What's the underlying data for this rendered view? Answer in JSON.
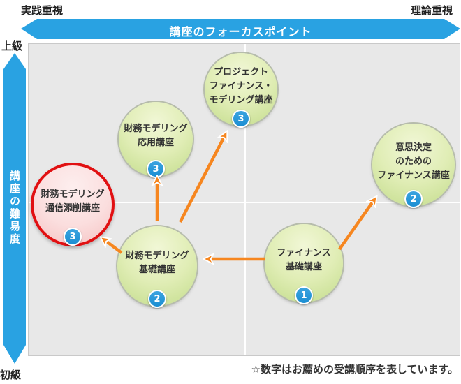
{
  "axes": {
    "top_left_label": "実践重視",
    "top_right_label": "理論重視",
    "horizontal_banner": "講座のフォーカスポイント",
    "vertical_banner": "講座の難易度",
    "vertical_top_label": "上級",
    "vertical_bottom_label": "初級"
  },
  "note": "☆数字はお薦めの受講順序を表しています。",
  "colors": {
    "banner_blue": "#29a2e2",
    "badge_blue": "#1b8ed2",
    "arrow_orange": "#f6861f",
    "circle_green_light": "#f1f7d6",
    "circle_green_dark": "#cde29a",
    "circle_pink_light": "#fdeeee",
    "circle_pink_dark": "#f4c0c0",
    "highlight_red": "#e11012",
    "plot_background": "#e8e8e8"
  },
  "courses": [
    {
      "id": "project-finance-modeling",
      "order": "3",
      "highlighted": false,
      "lines": [
        "プロジェクト",
        "ファイナンス・",
        "モデリング講座"
      ]
    },
    {
      "id": "zaimu-modeling-ouyou",
      "order": "3",
      "highlighted": false,
      "lines": [
        "財務モデリング",
        "応用講座"
      ]
    },
    {
      "id": "ishikettei-finance",
      "order": "2",
      "highlighted": false,
      "lines": [
        "意思決定",
        "のための",
        "ファイナンス講座"
      ]
    },
    {
      "id": "zaimu-modeling-tsushin",
      "order": "3",
      "highlighted": true,
      "lines": [
        "財務モデリング",
        "通信添削講座"
      ]
    },
    {
      "id": "zaimu-modeling-kiso",
      "order": "2",
      "highlighted": false,
      "lines": [
        "財務モデリング",
        "基礎講座"
      ]
    },
    {
      "id": "finance-kiso",
      "order": "1",
      "highlighted": false,
      "lines": [
        "ファイナンス",
        "基礎講座"
      ]
    }
  ],
  "arrows": [
    {
      "from": "zaimu-modeling-kiso",
      "to": "zaimu-modeling-ouyou"
    },
    {
      "from": "zaimu-modeling-kiso",
      "to": "project-finance-modeling"
    },
    {
      "from": "zaimu-modeling-kiso",
      "to": "zaimu-modeling-tsushin"
    },
    {
      "from": "finance-kiso",
      "to": "zaimu-modeling-kiso"
    },
    {
      "from": "finance-kiso",
      "to": "ishikettei-finance"
    }
  ]
}
